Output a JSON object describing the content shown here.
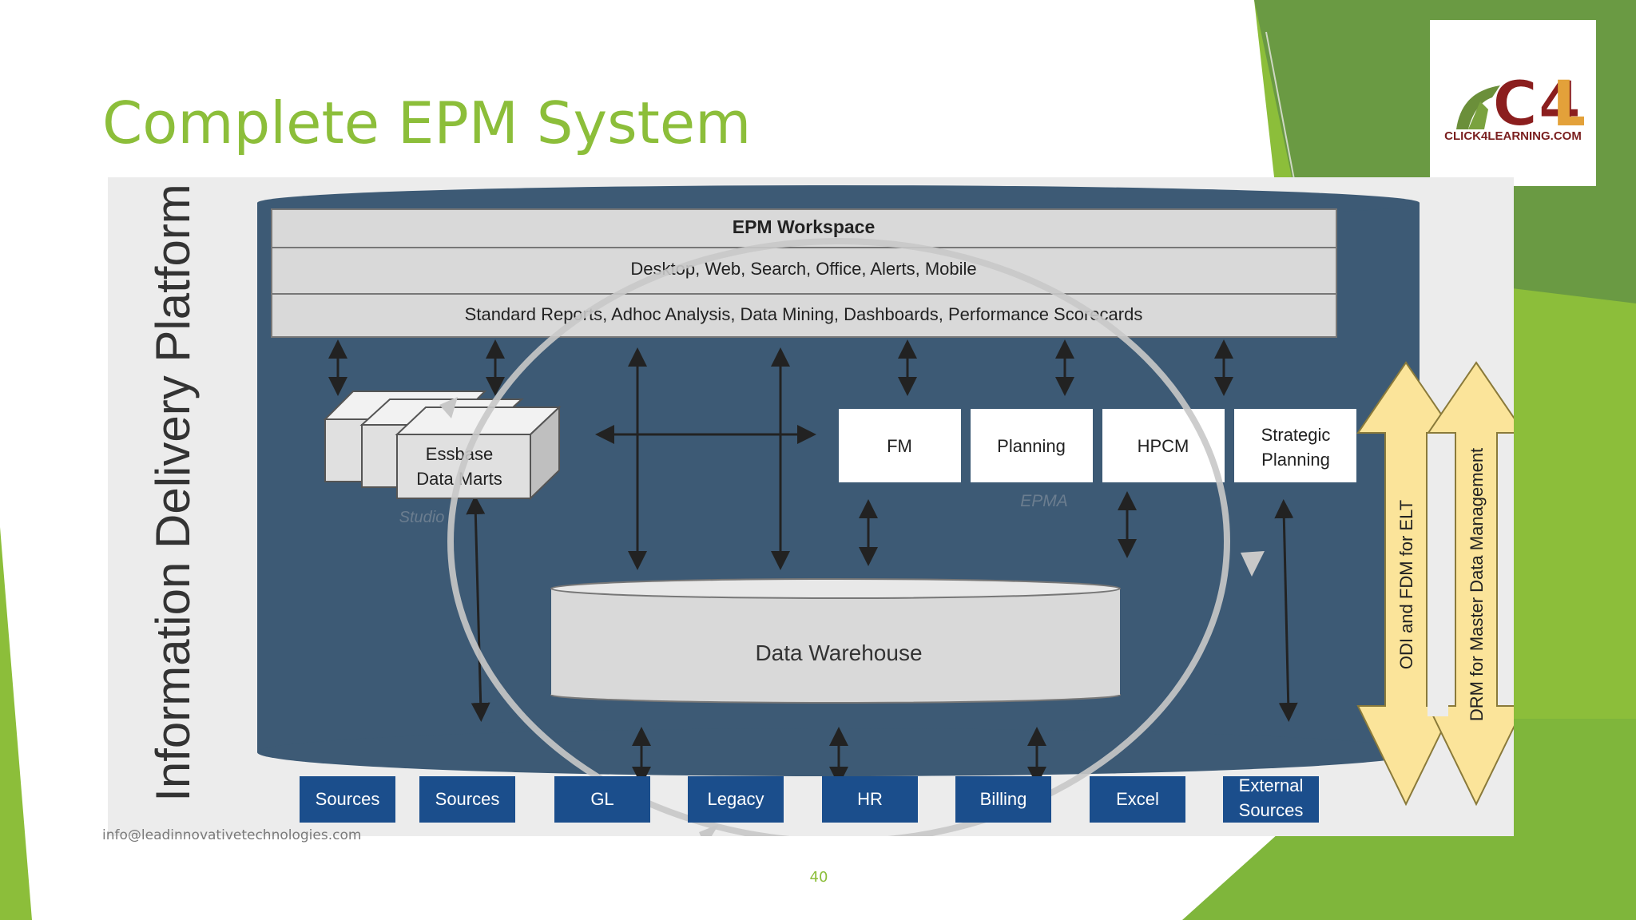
{
  "slide": {
    "title": "Complete EPM System",
    "footer_email": "info@leadinnovativetechnologies.com",
    "page_number": "40"
  },
  "logo": {
    "site": "CLICK4LEARNING.COM",
    "brand_mark": "C4L"
  },
  "colors": {
    "accent_green": "#8cbe3a",
    "dark_green": "#6a9e3a",
    "platform_blue": "#3d5a75",
    "source_blue": "#1b4e8c",
    "arrow_yellow": "#fbe49a"
  },
  "diagram": {
    "side_label": "Information Delivery Platform",
    "workspace": {
      "title": "EPM Workspace",
      "row_channels": "Desktop, Web, Search, Office, Alerts, Mobile",
      "row_analytics": "Standard Reports, Adhoc Analysis, Data Mining, Dashboards, Performance Scorecards"
    },
    "essbase": {
      "line1": "Essbase",
      "line2": "Data Marts",
      "caption": "Studio"
    },
    "apps": [
      "FM",
      "Planning",
      "HPCM",
      "Strategic Planning"
    ],
    "apps_caption": "EPMA",
    "warehouse": "Data Warehouse",
    "sources": [
      "Sources",
      "Sources",
      "GL",
      "Legacy",
      "HR",
      "Billing",
      "Excel",
      "External Sources"
    ],
    "side_arrows": [
      "ODI and FDM for ELT",
      "DRM for Master Data Management"
    ]
  }
}
